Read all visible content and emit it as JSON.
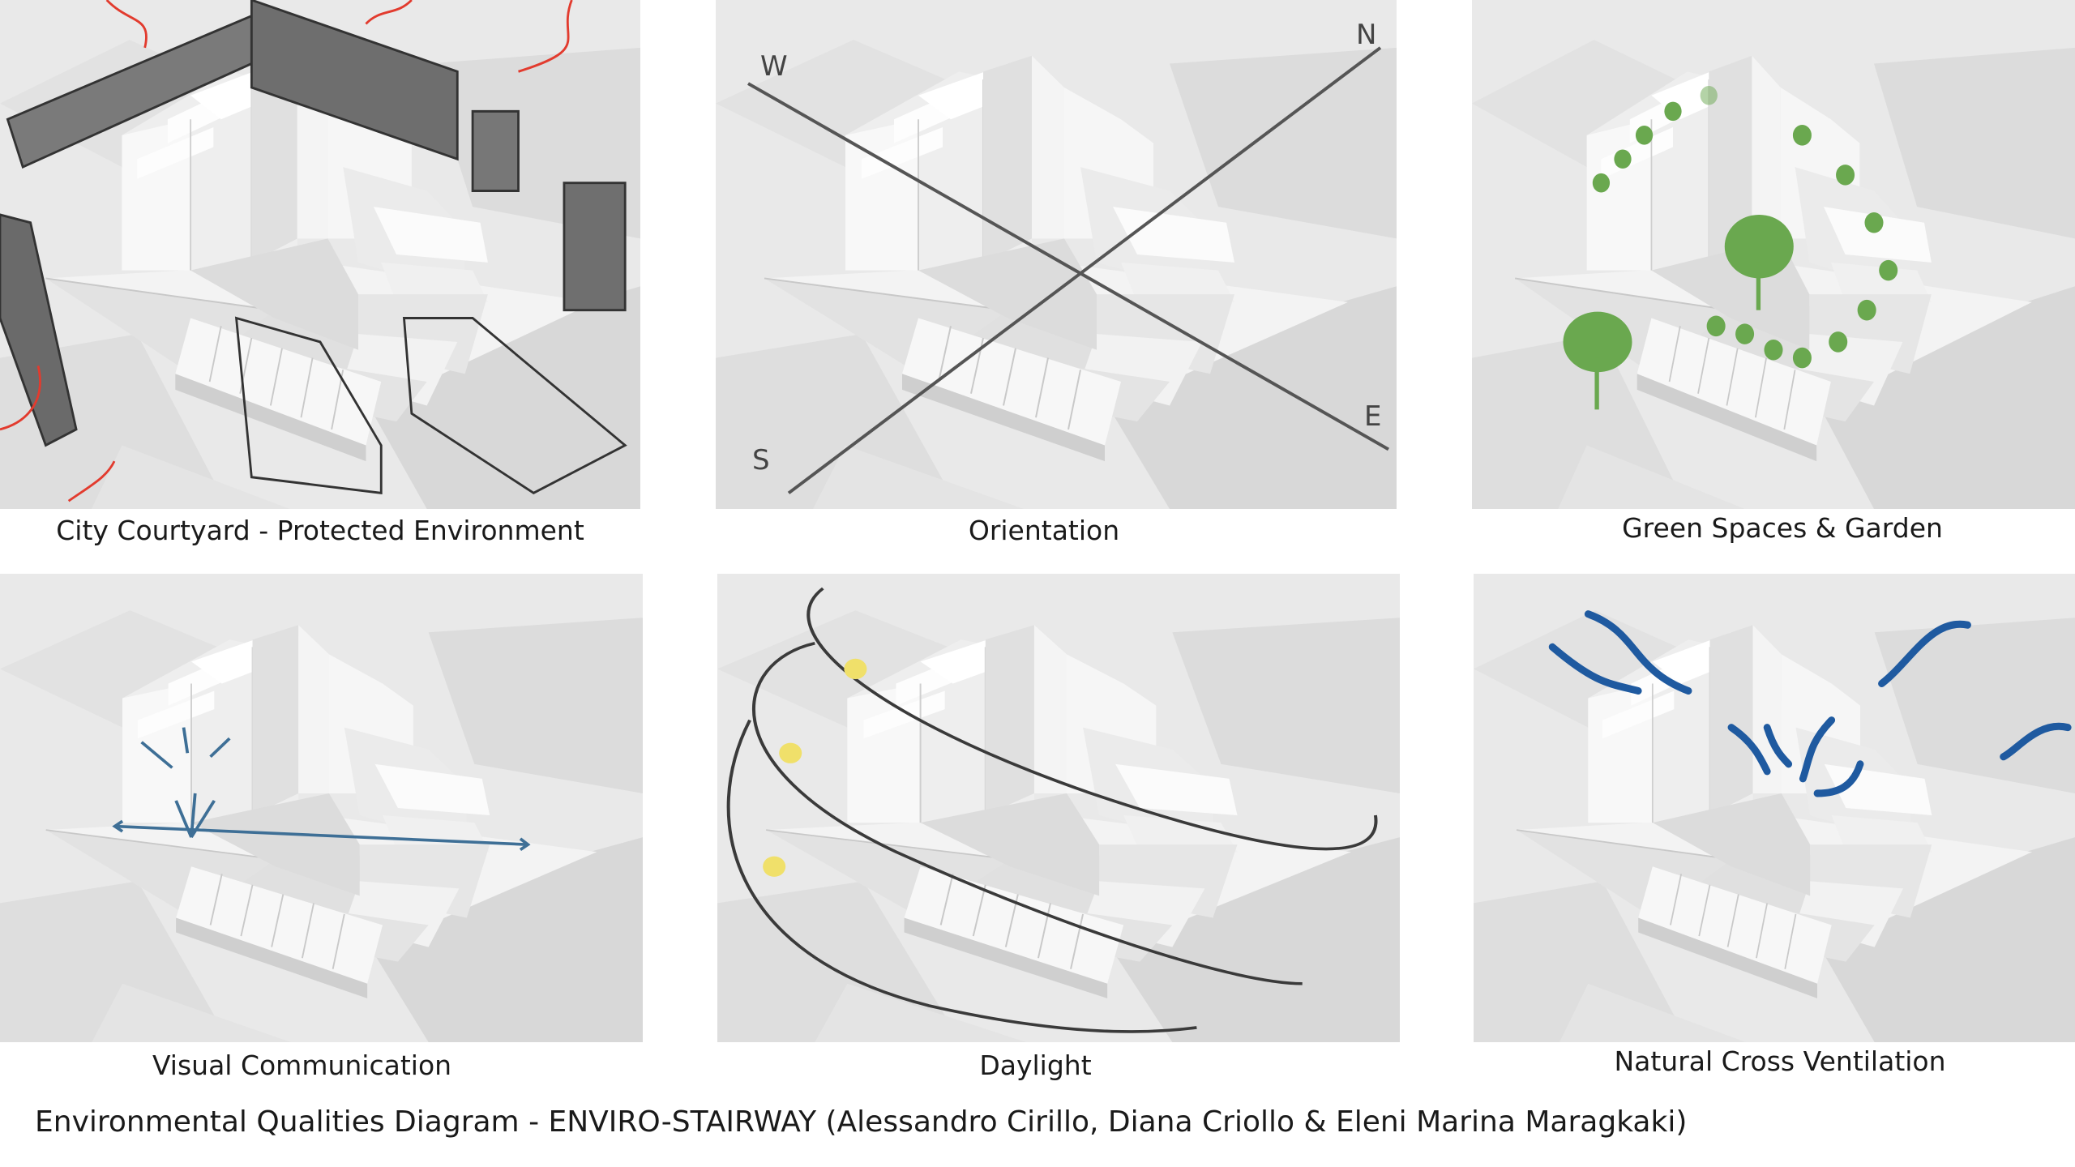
{
  "panels": [
    {
      "caption": "City Courtyard - Protected Environment"
    },
    {
      "caption": "Orientation",
      "compass": {
        "north": "N",
        "south": "S",
        "east": "E",
        "west": "W"
      }
    },
    {
      "caption": "Green Spaces & Garden"
    },
    {
      "caption": "Visual Communication"
    },
    {
      "caption": "Daylight"
    },
    {
      "caption": "Natural Cross Ventilation"
    }
  ],
  "footer": "Environmental Qualities Diagram - ENVIRO-STAIRWAY (Alessandro Cirillo, Diana Criollo & Eleni Marina Maragkaki)",
  "colors": {
    "background": "#ffffff",
    "context_buildings": "#dadada",
    "model_face_light": "#fafafa",
    "model_face_mid": "#e6e6e6",
    "model_face_dark": "#cfcfcf",
    "wall_dark": "#6e6e6e",
    "wind_red": "#e23b2e",
    "axis_line": "#555555",
    "tree_green": "#6aa84f",
    "view_arrow_blue": "#3e6f96",
    "sun_path": "#3a3a3a",
    "sun_yellow": "#f0e06a",
    "air_flow_blue": "#1f5aa0"
  }
}
